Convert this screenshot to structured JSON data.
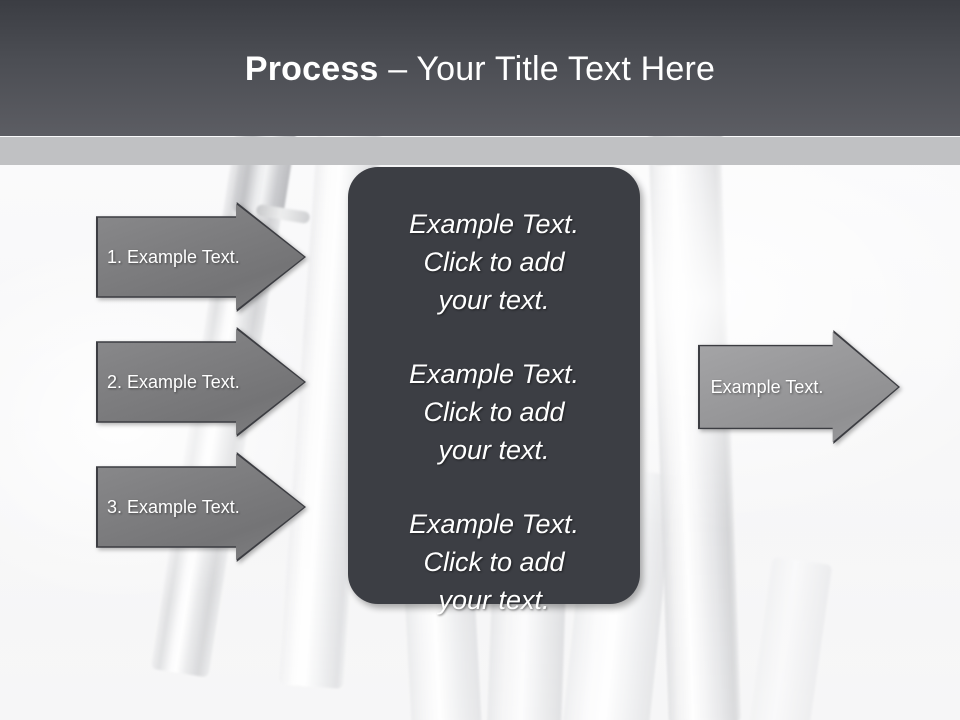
{
  "header": {
    "title_bold": "Process",
    "title_rest": " – Your Title Text Here",
    "bg_top_color": "#3b3d43",
    "bg_bottom_color": "#5c5d63",
    "band_color": "#c0c1c3"
  },
  "input_arrows": [
    {
      "label": "1. Example Text."
    },
    {
      "label": "2. Example Text."
    },
    {
      "label": "3. Example Text."
    }
  ],
  "center_panel": {
    "fill_color": "#3c3e44",
    "blocks": [
      "Example Text.\nClick  to add\nyour text.",
      "Example Text.\nClick  to add\nyour text.",
      "Example Text.\nClick  to add\nyour text."
    ]
  },
  "output_arrow": {
    "label": "Example Text.",
    "fill_color": "#9a9a9c"
  },
  "arrow_colors": {
    "input_fill": "#7e7e80",
    "outline": "#3c3d42",
    "label_color": "#ffffff"
  }
}
